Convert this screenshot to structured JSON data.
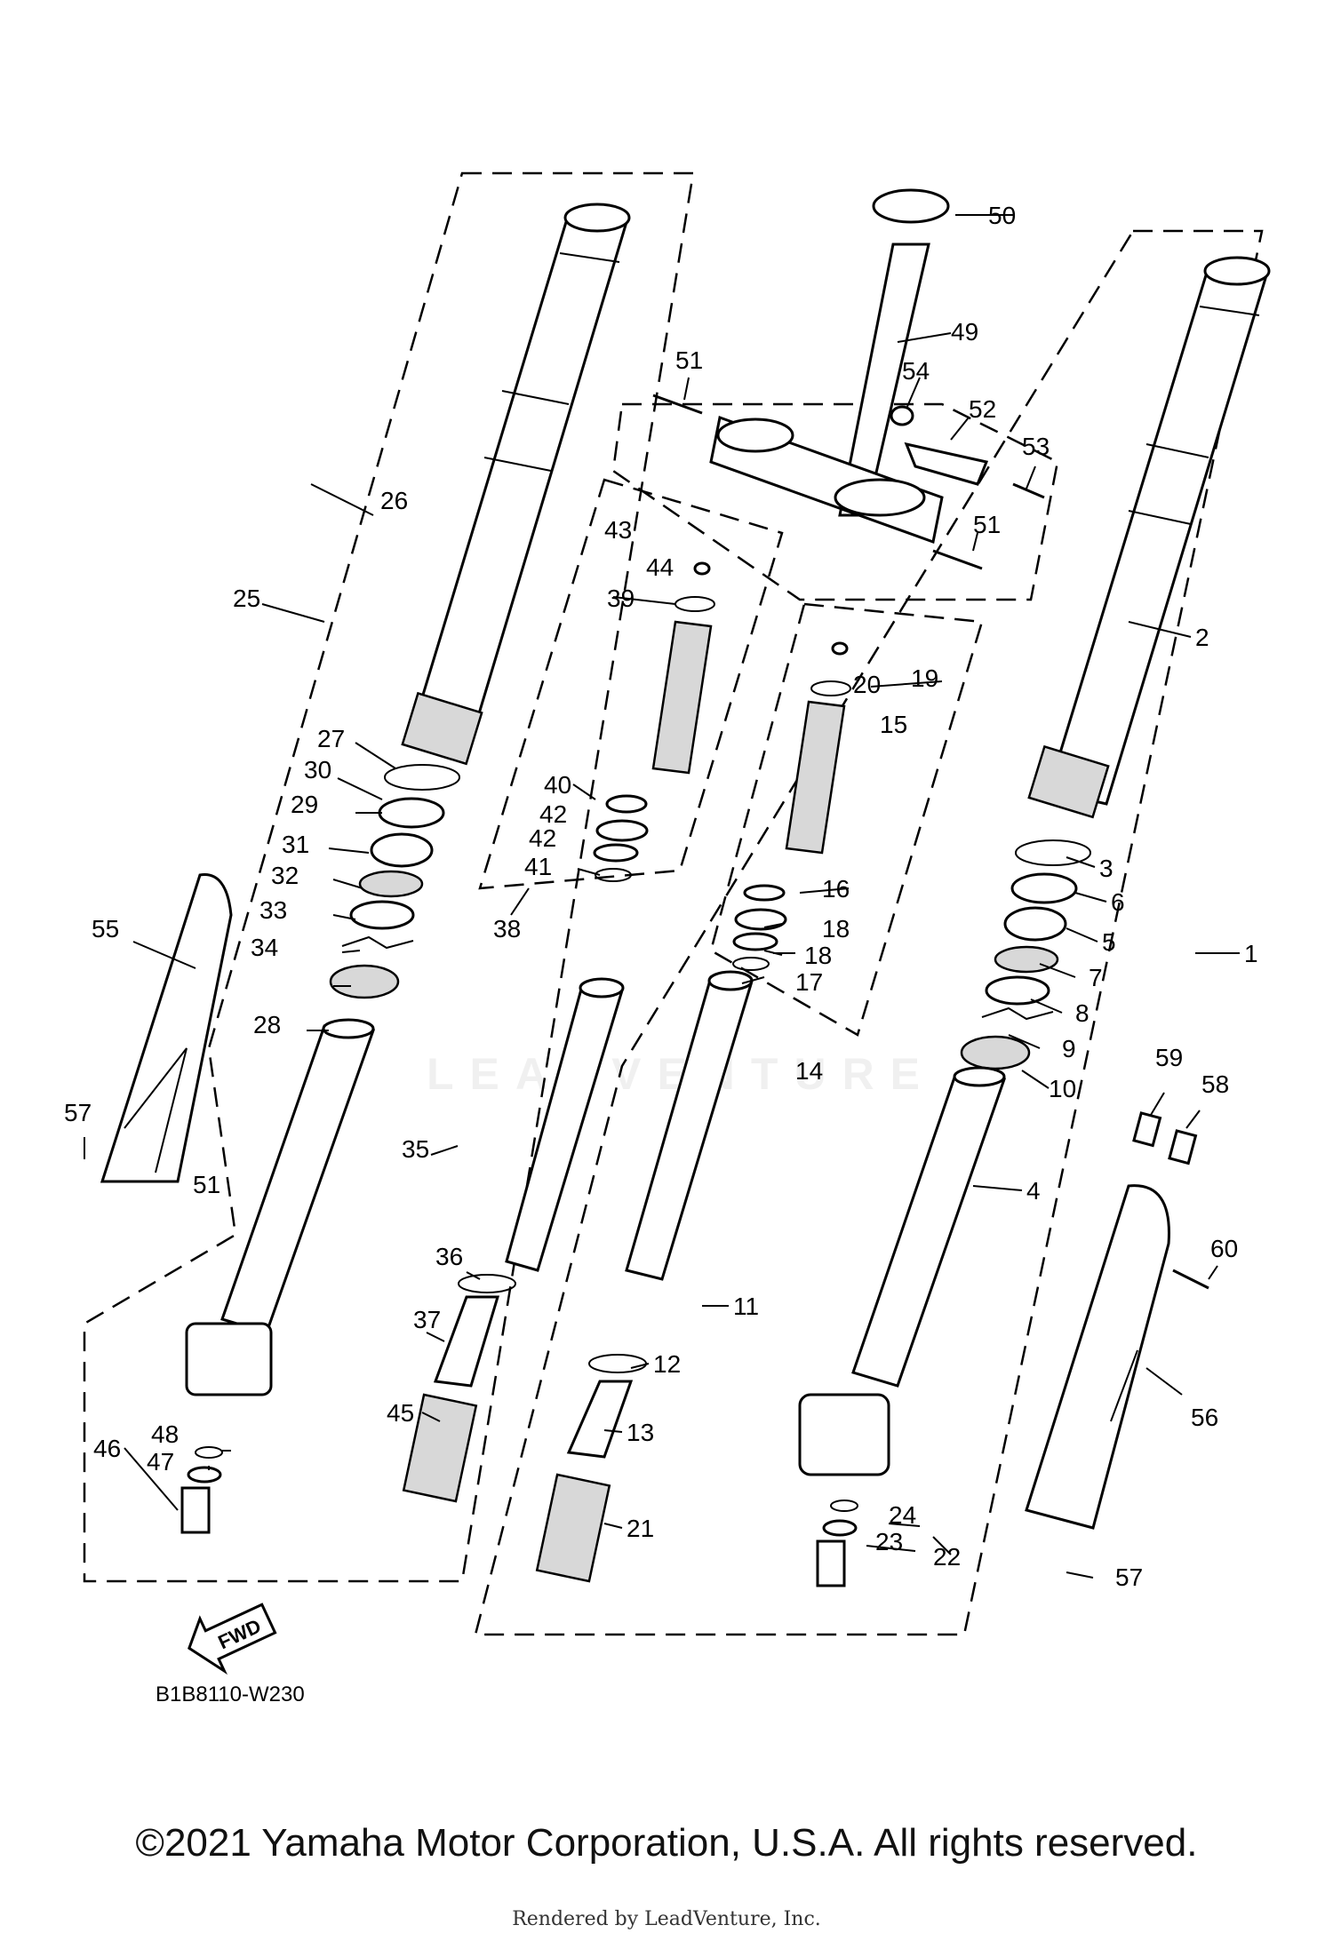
{
  "diagram": {
    "code": "B1B8110-W230",
    "fwd_label": "FWD",
    "watermark": "LEADVENTURE",
    "callouts": [
      {
        "id": "c1",
        "text": "1"
      },
      {
        "id": "c2",
        "text": "2"
      },
      {
        "id": "c3",
        "text": "3"
      },
      {
        "id": "c4",
        "text": "4"
      },
      {
        "id": "c5",
        "text": "5"
      },
      {
        "id": "c6",
        "text": "6"
      },
      {
        "id": "c7",
        "text": "7"
      },
      {
        "id": "c8",
        "text": "8"
      },
      {
        "id": "c9",
        "text": "9"
      },
      {
        "id": "c10",
        "text": "10"
      },
      {
        "id": "c11",
        "text": "11"
      },
      {
        "id": "c12",
        "text": "12"
      },
      {
        "id": "c13",
        "text": "13"
      },
      {
        "id": "c14",
        "text": "14"
      },
      {
        "id": "c15",
        "text": "15"
      },
      {
        "id": "c16",
        "text": "16"
      },
      {
        "id": "c17",
        "text": "17"
      },
      {
        "id": "c18a",
        "text": "18"
      },
      {
        "id": "c18b",
        "text": "18"
      },
      {
        "id": "c19",
        "text": "19"
      },
      {
        "id": "c20",
        "text": "20"
      },
      {
        "id": "c21",
        "text": "21"
      },
      {
        "id": "c22",
        "text": "22"
      },
      {
        "id": "c23",
        "text": "23"
      },
      {
        "id": "c24",
        "text": "24"
      },
      {
        "id": "c25",
        "text": "25"
      },
      {
        "id": "c26",
        "text": "26"
      },
      {
        "id": "c27",
        "text": "27"
      },
      {
        "id": "c28",
        "text": "28"
      },
      {
        "id": "c29",
        "text": "29"
      },
      {
        "id": "c30",
        "text": "30"
      },
      {
        "id": "c31",
        "text": "31"
      },
      {
        "id": "c32",
        "text": "32"
      },
      {
        "id": "c33",
        "text": "33"
      },
      {
        "id": "c34",
        "text": "34"
      },
      {
        "id": "c35",
        "text": "35"
      },
      {
        "id": "c36",
        "text": "36"
      },
      {
        "id": "c37",
        "text": "37"
      },
      {
        "id": "c38",
        "text": "38"
      },
      {
        "id": "c39",
        "text": "39"
      },
      {
        "id": "c40",
        "text": "40"
      },
      {
        "id": "c41",
        "text": "41"
      },
      {
        "id": "c42a",
        "text": "42"
      },
      {
        "id": "c42b",
        "text": "42"
      },
      {
        "id": "c43",
        "text": "43"
      },
      {
        "id": "c44",
        "text": "44"
      },
      {
        "id": "c45",
        "text": "45"
      },
      {
        "id": "c46",
        "text": "46"
      },
      {
        "id": "c47",
        "text": "47"
      },
      {
        "id": "c48",
        "text": "48"
      },
      {
        "id": "c49",
        "text": "49"
      },
      {
        "id": "c50",
        "text": "50"
      },
      {
        "id": "c51a",
        "text": "51"
      },
      {
        "id": "c51b",
        "text": "51"
      },
      {
        "id": "c51c",
        "text": "51"
      },
      {
        "id": "c52",
        "text": "52"
      },
      {
        "id": "c53",
        "text": "53"
      },
      {
        "id": "c54",
        "text": "54"
      },
      {
        "id": "c55",
        "text": "55"
      },
      {
        "id": "c56",
        "text": "56"
      },
      {
        "id": "c57a",
        "text": "57"
      },
      {
        "id": "c57b",
        "text": "57"
      },
      {
        "id": "c58",
        "text": "58"
      },
      {
        "id": "c59",
        "text": "59"
      },
      {
        "id": "c60",
        "text": "60"
      }
    ]
  },
  "footer": {
    "copyright": "©2021 Yamaha Motor Corporation, U.S.A. All rights reserved.",
    "rendered_by": "Rendered by LeadVenture, Inc."
  }
}
